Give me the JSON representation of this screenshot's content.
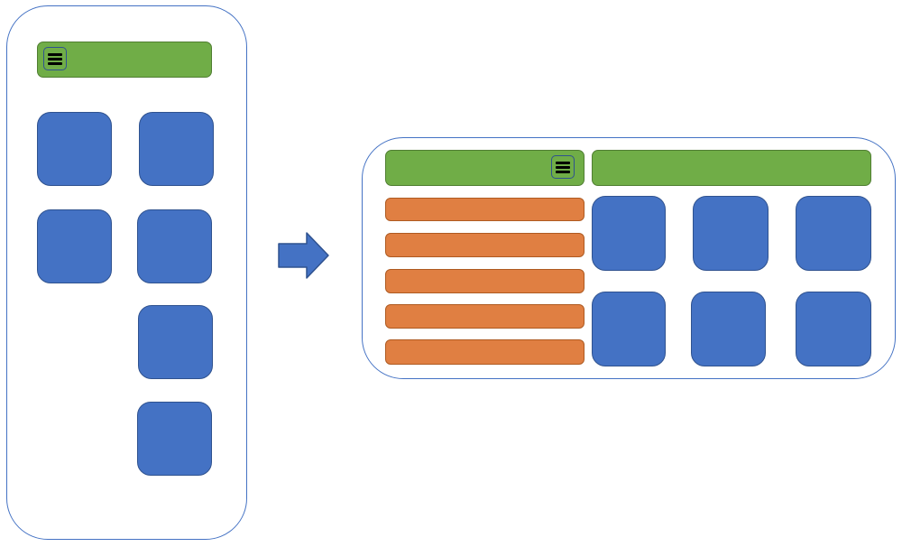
{
  "colors": {
    "device_border": "#4472c4",
    "header_fill": "#70ad47",
    "header_border": "#507e32",
    "tile_fill": "#4472c4",
    "tile_border": "#2f528f",
    "menu_fill": "#e07f42",
    "menu_border": "#ae5a21",
    "arrow_fill": "#4472c4"
  },
  "icons": {
    "hamburger": "hamburger-menu-icon",
    "transition": "right-arrow-icon"
  },
  "mobile_layout": {
    "header_count": 1,
    "tile_count": 6,
    "has_menu_button": true
  },
  "desktop_layout": {
    "header_count": 2,
    "menu_item_count": 5,
    "tile_count": 6,
    "has_menu_button": true
  }
}
